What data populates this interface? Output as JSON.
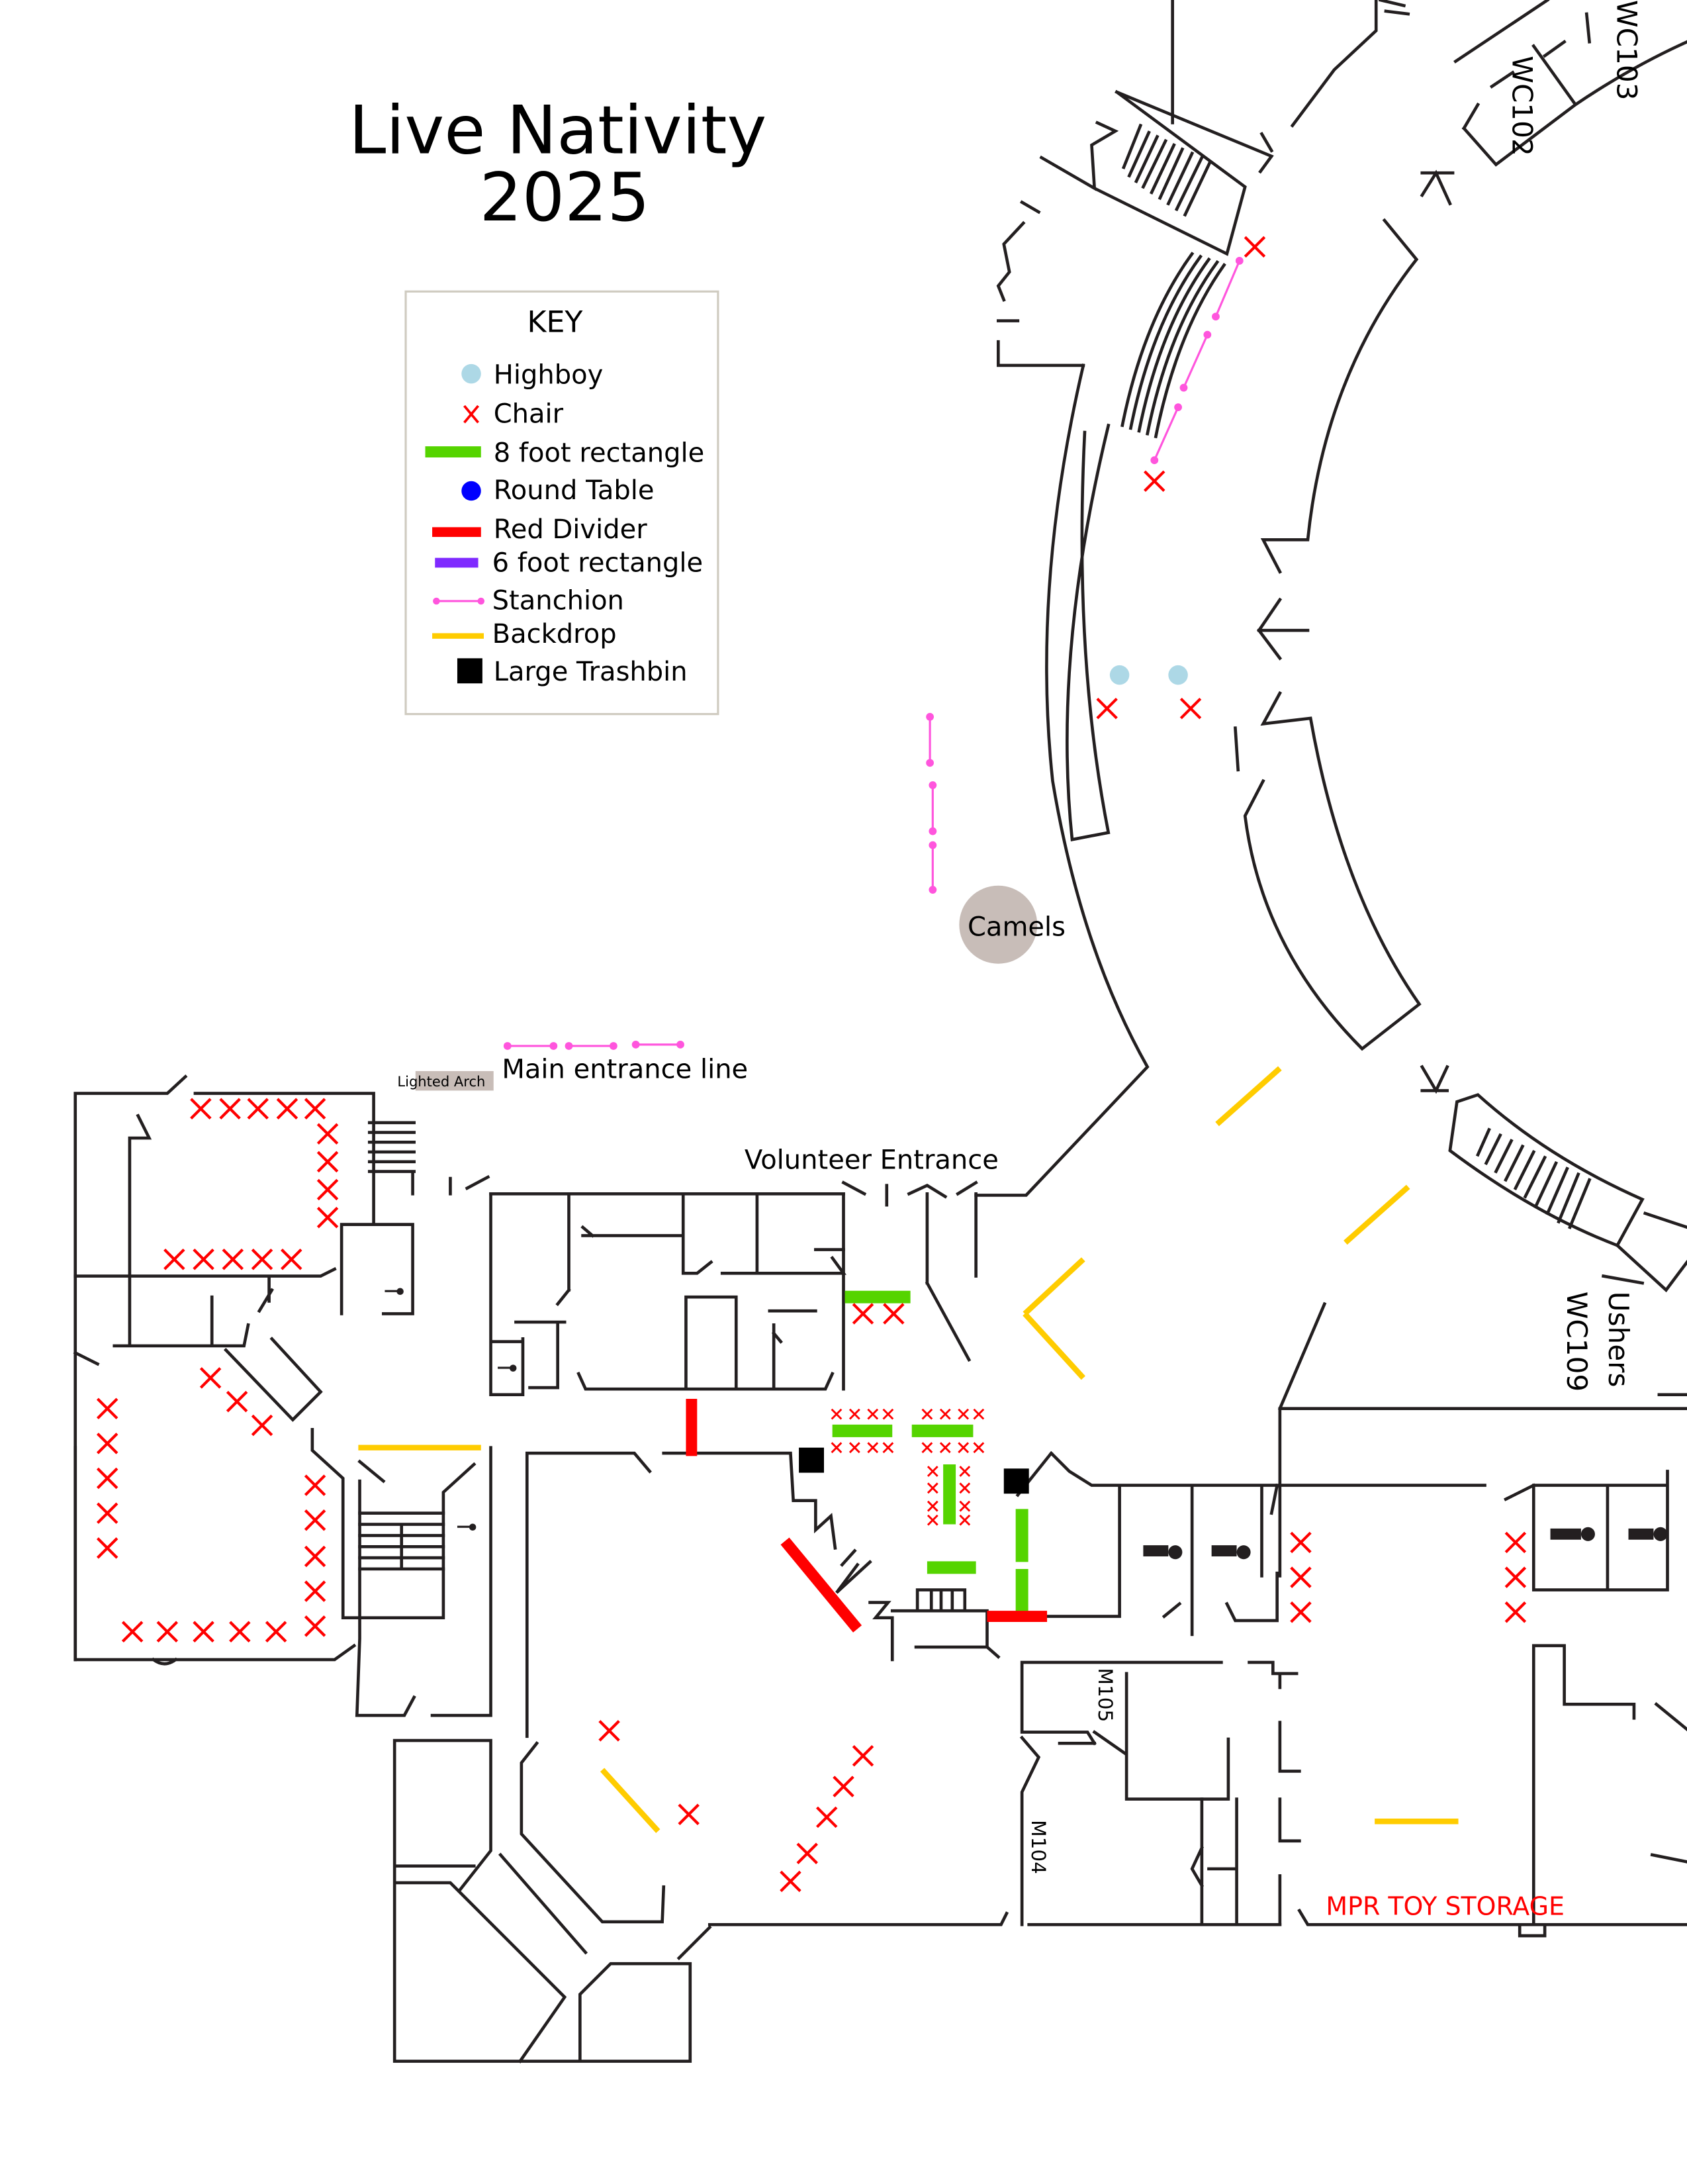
{
  "title": {
    "line1": "Live Nativity",
    "line2": "2025"
  },
  "key": {
    "heading": "KEY",
    "items": [
      {
        "label": "Highboy",
        "symbol": "highboy",
        "color": "#add8e6"
      },
      {
        "label": "Chair",
        "symbol": "chair",
        "color": "#ff0000"
      },
      {
        "label": "8 foot rectangle",
        "symbol": "8ft-table",
        "color": "#55d400"
      },
      {
        "label": "Round Table",
        "symbol": "round-table",
        "color": "#0000ff"
      },
      {
        "label": "Red Divider",
        "symbol": "red-divider",
        "color": "#ff0000"
      },
      {
        "label": "6 foot rectangle",
        "symbol": "6ft-table",
        "color": "#7f2aff"
      },
      {
        "label": "Stanchion",
        "symbol": "stanchion",
        "color": "#ff55dd"
      },
      {
        "label": "Backdrop",
        "symbol": "backdrop",
        "color": "#ffcc00"
      },
      {
        "label": "Large Trashbin",
        "symbol": "trashbin",
        "color": "#000000"
      }
    ]
  },
  "labels": {
    "camels": "Camels",
    "main_entrance_line": "Main entrance line",
    "lighted_arch": "Lighted Arch",
    "volunteer_entrance": "Volunteer Entrance",
    "wc103": "WC103",
    "wc102": "WC102",
    "ushers": "Ushers",
    "wc109": "WC109",
    "m105": "M105",
    "m104": "M104",
    "mpr_toy_storage": "MPR TOY STORAGE"
  },
  "colors": {
    "wall": "#231f20",
    "chair": "#ff0000",
    "table_8ft": "#55d400",
    "divider": "#ff0000",
    "stanchion": "#ff55dd",
    "backdrop": "#ffcc00",
    "highboy": "#add8e6",
    "camels": "#c8bdb8",
    "arch": "#c8bdb8",
    "key_border": "#cfcbc0",
    "storage_label": "#ff0000"
  }
}
